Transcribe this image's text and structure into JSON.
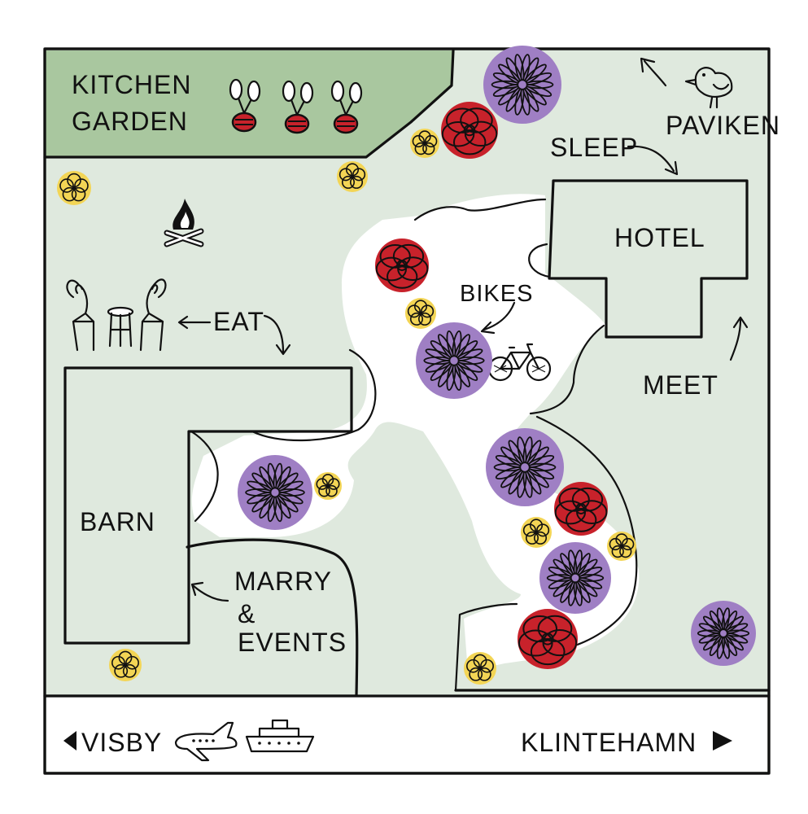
{
  "map": {
    "labels": {
      "kitchen_garden_line1": "KITCHEN",
      "kitchen_garden_line2": "GARDEN",
      "paviken": "PAVIKEN",
      "sleep": "SLEEP",
      "hotel": "HOTEL",
      "bikes": "BIKES",
      "eat": "EAT",
      "meet": "MEET",
      "barn": "BARN",
      "marry_line1": "MARRY",
      "marry_line2": "&",
      "marry_line3": "EVENTS"
    },
    "road": {
      "left_destination": "VISBY",
      "right_destination": "KLINTEHAMN"
    },
    "icons": [
      "radish-icon",
      "campfire-icon",
      "chairs-table-icon",
      "bird-icon",
      "bicycle-icon",
      "airplane-icon",
      "ferry-icon",
      "purple-flower-icon",
      "red-poppy-icon",
      "yellow-flower-icon"
    ],
    "colors": {
      "lawn": "#dfe9de",
      "kitchen_garden": "#a9c79f",
      "building": "#fbf3f5",
      "path": "#ffffff",
      "purple_flower": "#9f7fc4",
      "red_poppy": "#c8222b",
      "yellow_flower": "#f3d555",
      "ink": "#111111"
    }
  }
}
